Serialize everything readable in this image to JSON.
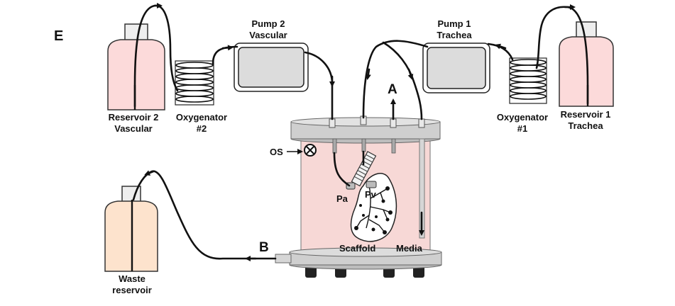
{
  "panel_label": "E",
  "labels": {
    "reservoir2": [
      "Reservoir 2",
      "Vascular"
    ],
    "oxygenator2": [
      "Oxygenator",
      "#2"
    ],
    "pump2": [
      "Pump 2",
      "Vascular"
    ],
    "pump1": [
      "Pump 1",
      "Trachea"
    ],
    "oxygenator1": [
      "Oxygenator",
      "#1"
    ],
    "reservoir1": [
      "Reservoir 1",
      "Trachea"
    ],
    "arrow_a": "A",
    "arrow_b": "B",
    "os": "OS",
    "pa": "Pa",
    "pv": "Pv",
    "scaffold": "Scaffold",
    "media": "Media",
    "waste": [
      "Waste",
      "reservoir"
    ]
  },
  "colors": {
    "reservoir_pink": "#fcdada",
    "waste_peach": "#fde3cd",
    "chamber_pink": "#f7d8d6",
    "lid_gray": "#cfcfcf",
    "pump_gray": "#dcdcdc",
    "tube": "#111111"
  }
}
